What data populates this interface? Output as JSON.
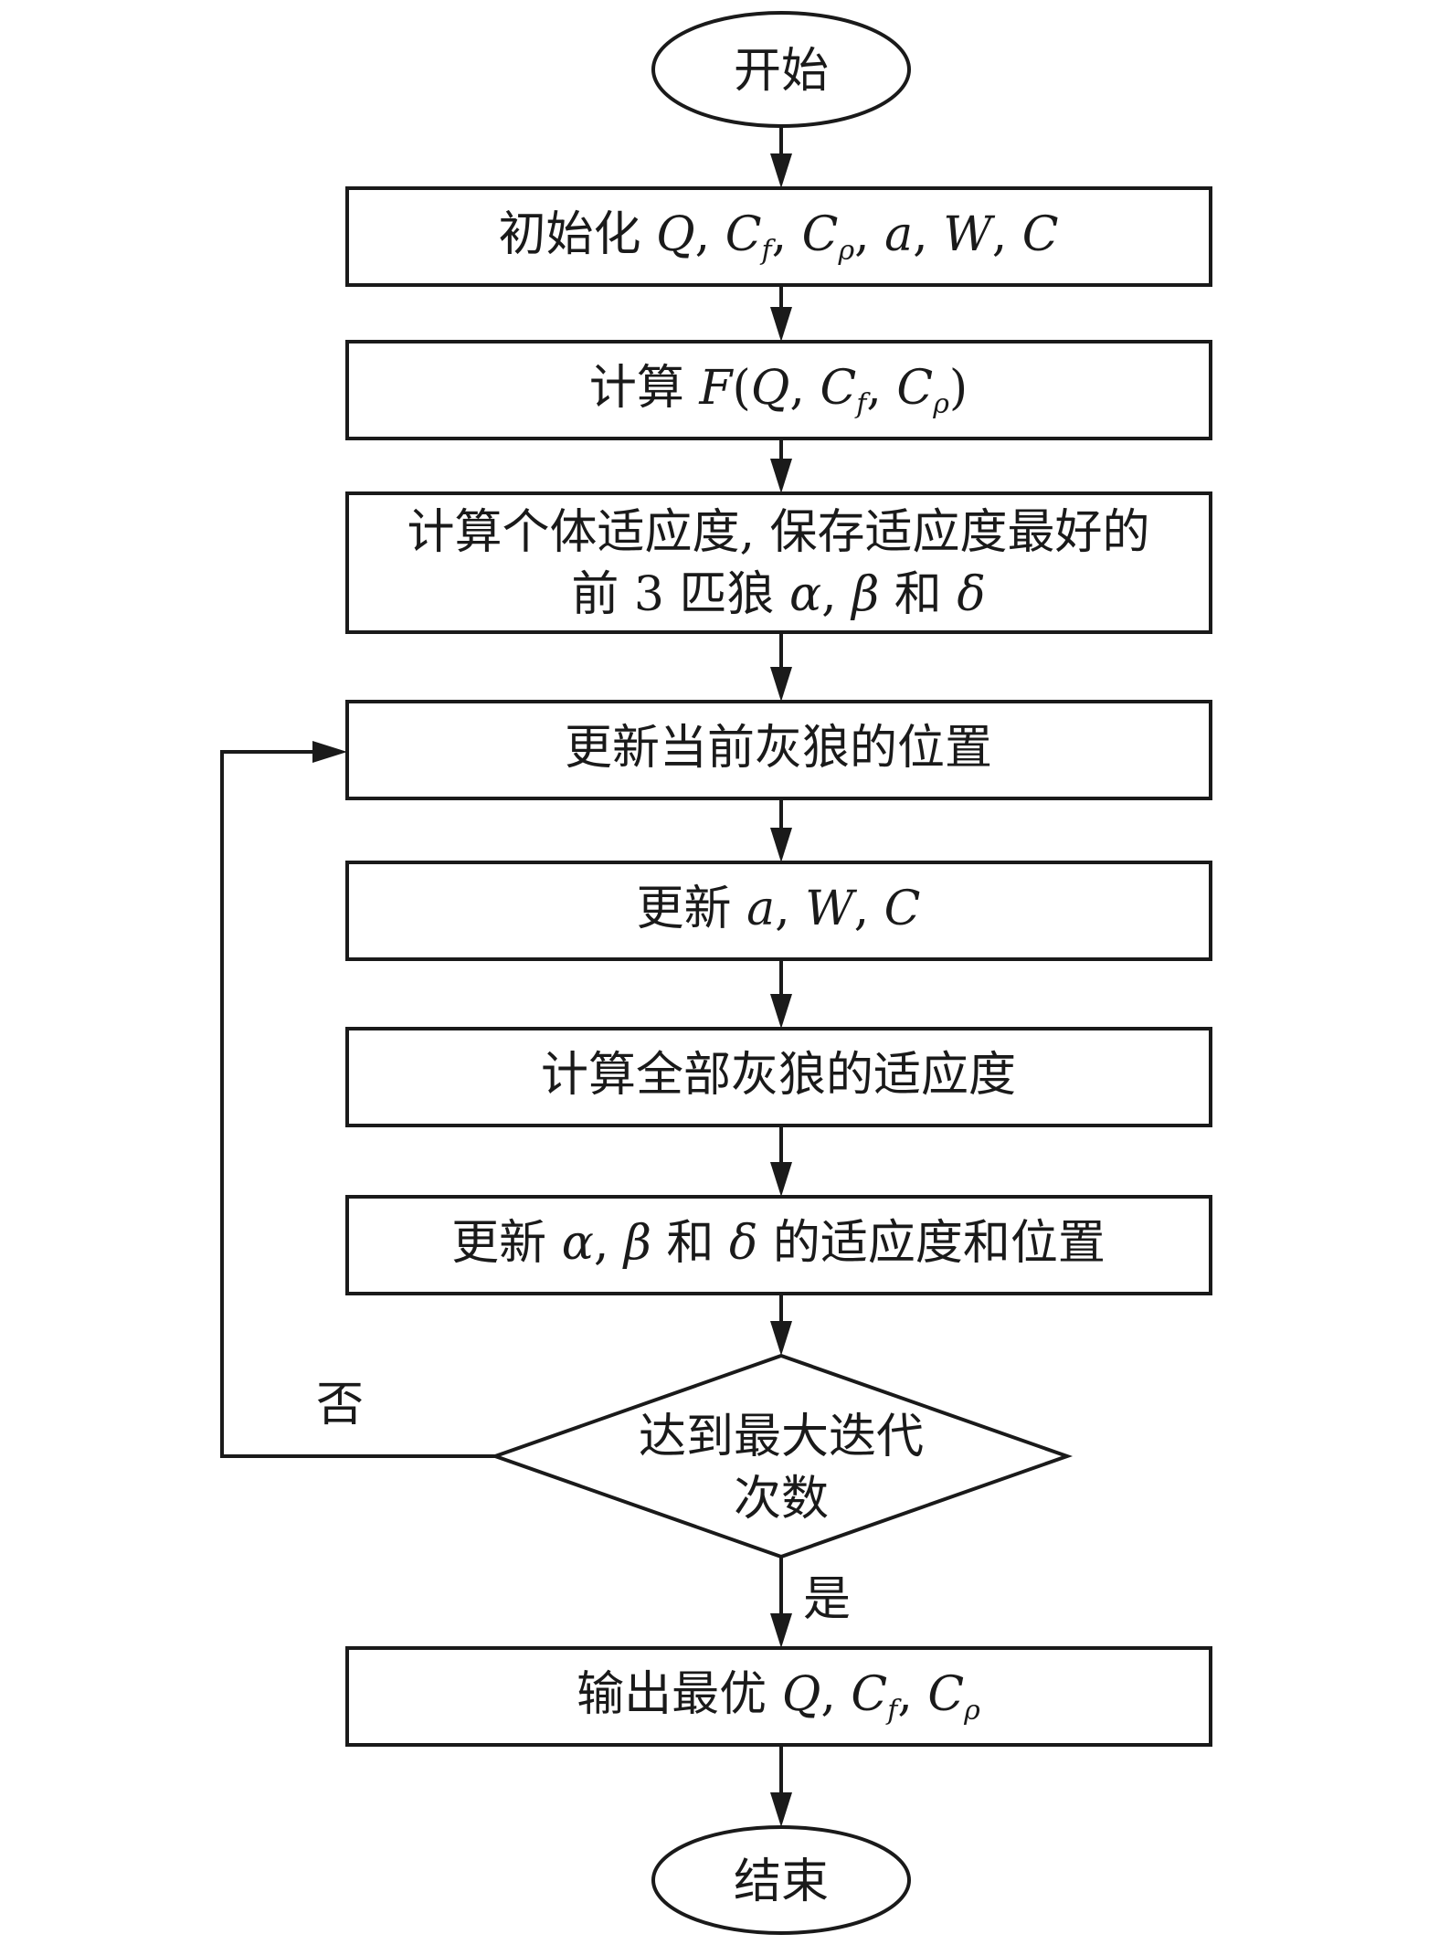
{
  "nodes": {
    "start": {
      "label": "开始"
    },
    "init": {
      "prefix": "初始化 ",
      "v1": "Q",
      "sep1": ", ",
      "v2": "C",
      "sub2": "f",
      "sep2": ", ",
      "v3": "C",
      "sub3": "ρ",
      "sep3": ", ",
      "v4": "a",
      "sep4": ", ",
      "v5": "W",
      "sep5": ", ",
      "v6": "C"
    },
    "compute_f": {
      "prefix": "计算 ",
      "fn": "F",
      "open": "(",
      "v1": "Q",
      "sep1": ", ",
      "v2": "C",
      "sub2": "f",
      "sep2": ", ",
      "v3": "C",
      "sub3": "ρ",
      "close": ")"
    },
    "fitness": {
      "line1": "计算个体适应度, 保存适应度最好的",
      "line2_prefix": "前 3 匹狼 ",
      "alpha": "α",
      "sep": ", ",
      "beta": "β",
      "and": " 和 ",
      "delta": "δ"
    },
    "update_pos": {
      "label": "更新当前灰狼的位置"
    },
    "update_params": {
      "prefix": "更新 ",
      "v1": "a",
      "sep1": ", ",
      "v2": "W",
      "sep2": ", ",
      "v3": "C"
    },
    "compute_all": {
      "label": "计算全部灰狼的适应度"
    },
    "update_leaders": {
      "prefix": "更新 ",
      "alpha": "α",
      "sep": ", ",
      "beta": "β",
      "and": " 和 ",
      "delta": "δ",
      "suffix": " 的适应度和位置"
    },
    "decision": {
      "line1": "达到最大迭代",
      "line2": "次数"
    },
    "output": {
      "prefix": "输出最优 ",
      "v1": "Q",
      "sep1": ", ",
      "v2": "C",
      "sub2": "f",
      "sep2": ", ",
      "v3": "C",
      "sub3": "ρ"
    },
    "end": {
      "label": "结束"
    }
  },
  "edges": {
    "no_label": "否",
    "yes_label": "是"
  }
}
